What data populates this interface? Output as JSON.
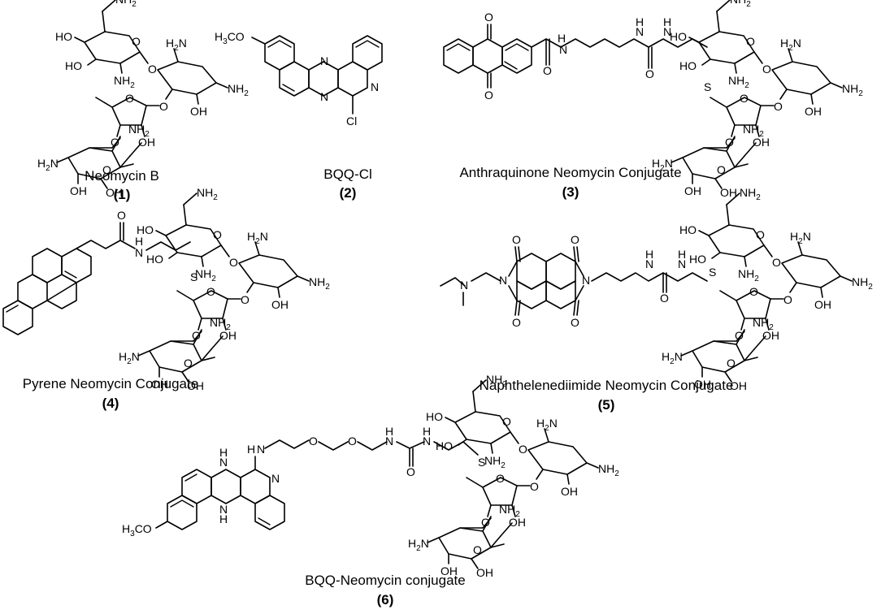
{
  "compounds": [
    {
      "name": "Neomycin B",
      "number": "(1)"
    },
    {
      "name": "BQQ-Cl",
      "number": "(2)"
    },
    {
      "name": "Anthraquinone Neomycin Conjugate",
      "number": "(3)"
    },
    {
      "name": "Pyrene Neomycin Conjugate",
      "number": "(4)"
    },
    {
      "name": "Naphthelenediimide Neomycin Conjugate",
      "number": "(5)"
    },
    {
      "name": "BQQ-Neomycin conjugate",
      "number": "(6)"
    }
  ]
}
